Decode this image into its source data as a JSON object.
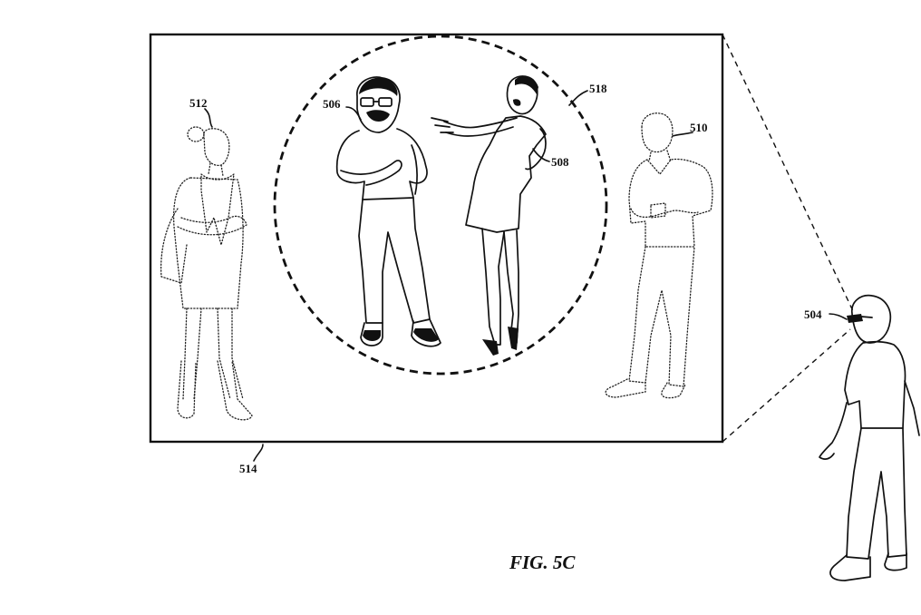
{
  "figure": {
    "caption": "FIG. 5C",
    "labels": {
      "display": "514",
      "focus_region": "518",
      "person_laughing": "506",
      "person_pointing": "508",
      "person_phone": "510",
      "person_scarf": "512",
      "glasses": "504"
    }
  }
}
